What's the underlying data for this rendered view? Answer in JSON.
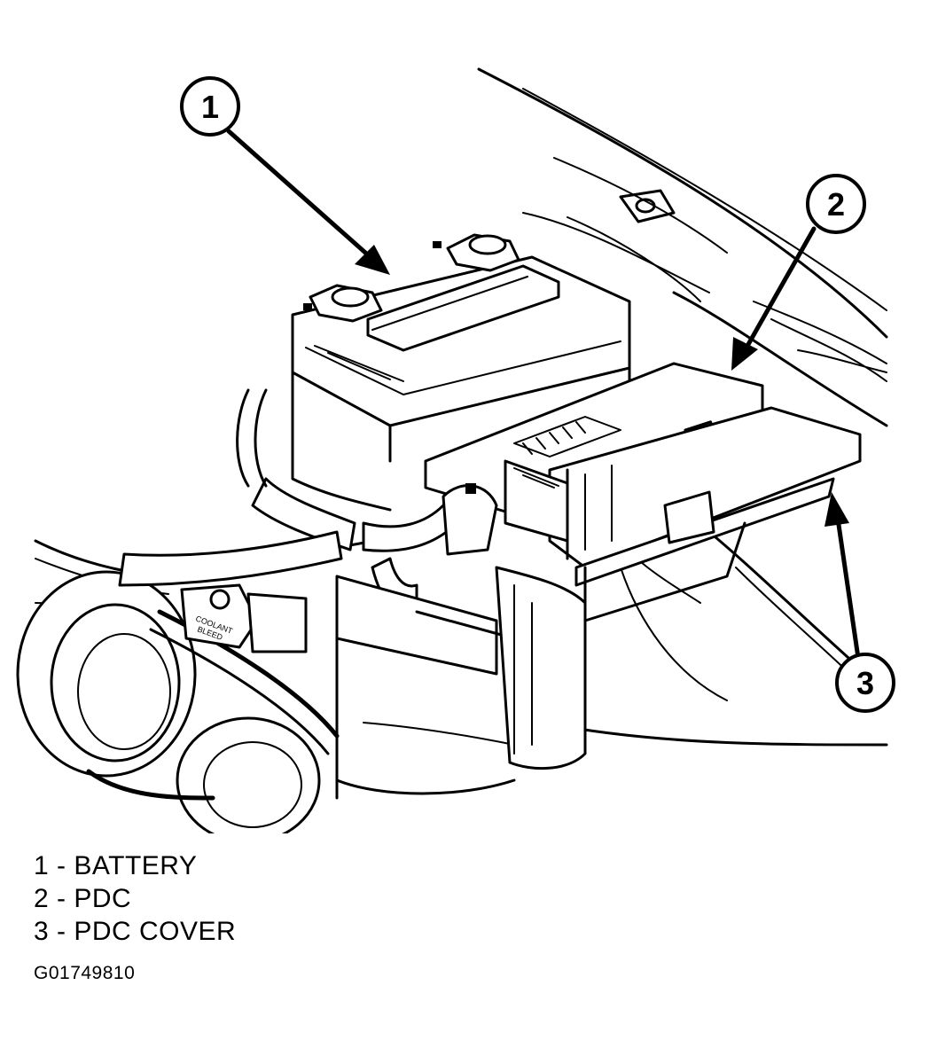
{
  "callouts": [
    {
      "number": "1"
    },
    {
      "number": "2"
    },
    {
      "number": "3"
    }
  ],
  "decal_text": [
    "COOLANT",
    "BLEED"
  ],
  "legend": [
    {
      "number": "1",
      "label": "1 - BATTERY"
    },
    {
      "number": "2",
      "label": "2 - PDC"
    },
    {
      "number": "3",
      "label": "3 - PDC COVER"
    }
  ],
  "figure_id": "G01749810"
}
